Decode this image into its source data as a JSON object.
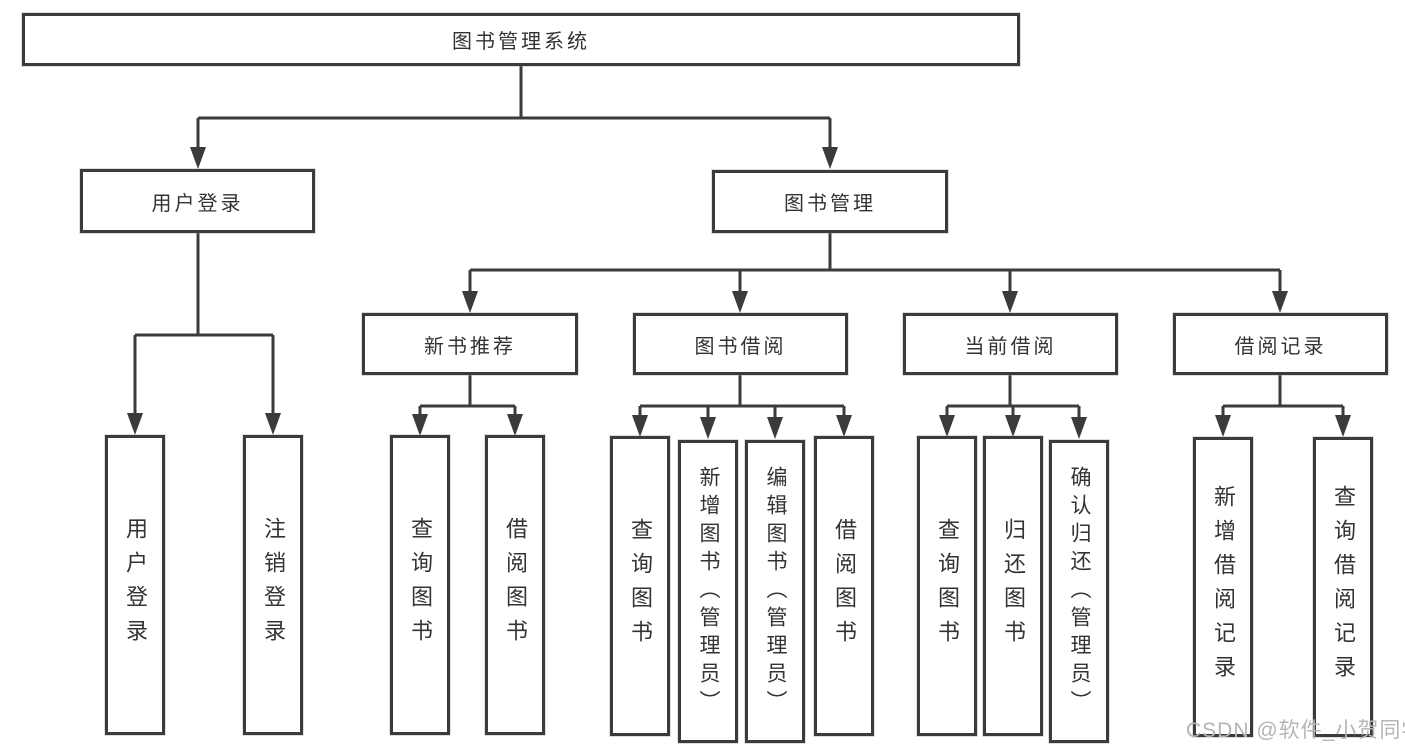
{
  "nodes": {
    "root": {
      "label": "图书管理系统"
    },
    "level2": [
      {
        "label": "用户登录"
      },
      {
        "label": "图书管理"
      }
    ],
    "level3": [
      {
        "label": "新书推荐",
        "parent": "图书管理"
      },
      {
        "label": "图书借阅",
        "parent": "图书管理"
      },
      {
        "label": "当前借阅",
        "parent": "图书管理"
      },
      {
        "label": "借阅记录",
        "parent": "图书管理"
      }
    ],
    "leaves": [
      {
        "label": "用户登录",
        "parent": "用户登录"
      },
      {
        "label": "注销登录",
        "parent": "用户登录"
      },
      {
        "label": "查询图书",
        "parent": "新书推荐"
      },
      {
        "label": "借阅图书",
        "parent": "新书推荐"
      },
      {
        "label": "查询图书",
        "parent": "图书借阅"
      },
      {
        "label": "新增图书（管理员）",
        "parent": "图书借阅"
      },
      {
        "label": "编辑图书（管理员）",
        "parent": "图书借阅"
      },
      {
        "label": "借阅图书",
        "parent": "图书借阅"
      },
      {
        "label": "查询图书",
        "parent": "当前借阅"
      },
      {
        "label": "归还图书",
        "parent": "当前借阅"
      },
      {
        "label": "确认归还（管理员）",
        "parent": "当前借阅"
      },
      {
        "label": "新增借阅记录",
        "parent": "借阅记录"
      },
      {
        "label": "查询借阅记录",
        "parent": "借阅记录"
      }
    ]
  },
  "watermark": {
    "text": "CSDN @软件_小贺同学"
  },
  "colors": {
    "line": "#3b3b3b",
    "box_border": "#3b3b3b",
    "text": "#333333",
    "watermark": "#b5b5b5",
    "background": "#ffffff"
  }
}
